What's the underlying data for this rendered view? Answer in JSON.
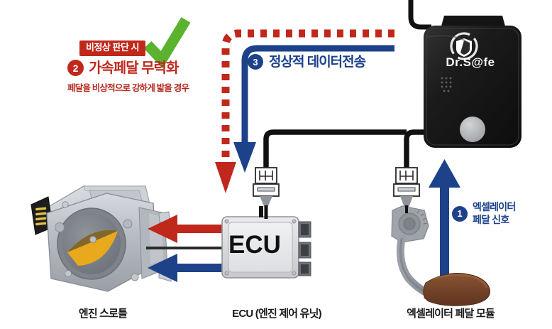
{
  "diagram": {
    "title_texts": {
      "ecu_box_label": "ECU"
    },
    "steps": [
      {
        "number": "1",
        "title": "엑셀레이터\n페달 신호",
        "title_line1": "엑셀레이터",
        "title_line2": "페달 신호",
        "color": "#1D428A",
        "badge_color": "#1D428A"
      },
      {
        "number": "2",
        "badge_text": "비정상 판단 시",
        "title": "가속페달 무력화",
        "subtitle": "페달을 비상적으로 강하게 밟을 경우",
        "color": "#C0281C",
        "badge_color": "#C0281C"
      },
      {
        "number": "3",
        "title": "정상적 데이터전송",
        "color": "#1D428A",
        "badge_color": "#1D428A"
      }
    ],
    "captions": [
      {
        "label": "엔진 스로틀"
      },
      {
        "label": "ECU (엔진 제어 유닛)"
      },
      {
        "label": "엑셀레이터 페달 모듈"
      }
    ],
    "device": {
      "brand": "Dr.S@fe",
      "body_color": "#1c1c1c",
      "button_color": "#b4b4b4"
    },
    "colors": {
      "red": "#C0281C",
      "dark_red": "#B3281E",
      "blue": "#1D428A",
      "green_check": "#5BB22E",
      "cable_black": "#111111",
      "throttle_gray": "#b9bcc2",
      "throttle_valve": "#E8A91D",
      "shoe_brown": "#7A4A2B"
    },
    "icons": {
      "check": "green-check-icon",
      "shield": "shield-logo-icon"
    }
  }
}
